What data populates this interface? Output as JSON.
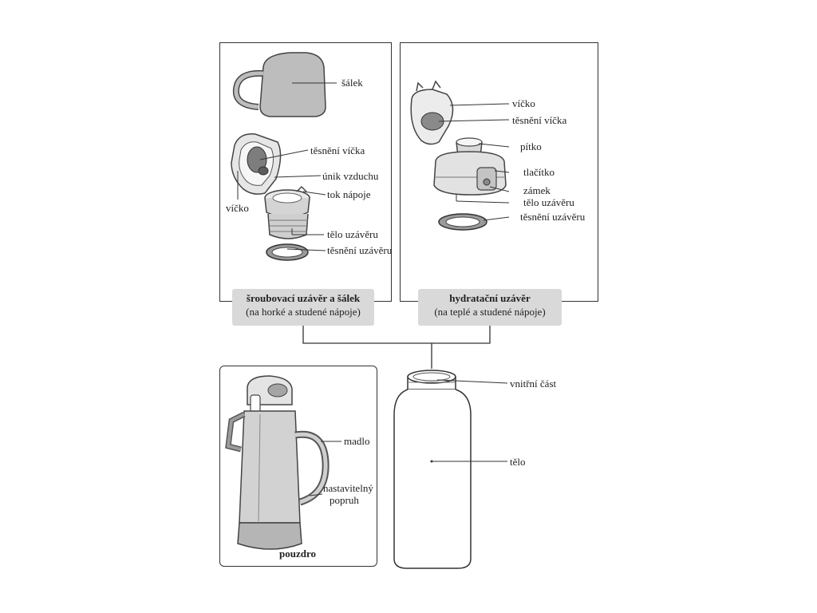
{
  "screw_closure": {
    "labels": {
      "cup": "šálek",
      "lid_seal": "těsnění víčka",
      "air_vent": "únik vzduchu",
      "lid": "víčko",
      "drink_flow": "tok nápoje",
      "closure_body": "tělo uzávěru",
      "closure_seal": "těsnění uzávěru"
    },
    "caption_title": "šroubovací uzávěr a šálek",
    "caption_subtitle": "(na horké a studené nápoje)"
  },
  "hydration_closure": {
    "labels": {
      "lid": "víčko",
      "lid_seal": "těsnění víčka",
      "spout": "pítko",
      "button": "tlačítko",
      "lock": "zámek",
      "closure_body": "tělo uzávěru",
      "closure_seal": "těsnění uzávěru"
    },
    "caption_title": "hydratační uzávěr",
    "caption_subtitle": "(na teplé a studené nápoje)"
  },
  "case": {
    "labels": {
      "handle": "madlo",
      "strap_line1": "nastavitelný",
      "strap_line2": "popruh"
    },
    "title": "pouzdro"
  },
  "bottle": {
    "labels": {
      "inner_part": "vnitřní část",
      "body": "tělo"
    }
  }
}
